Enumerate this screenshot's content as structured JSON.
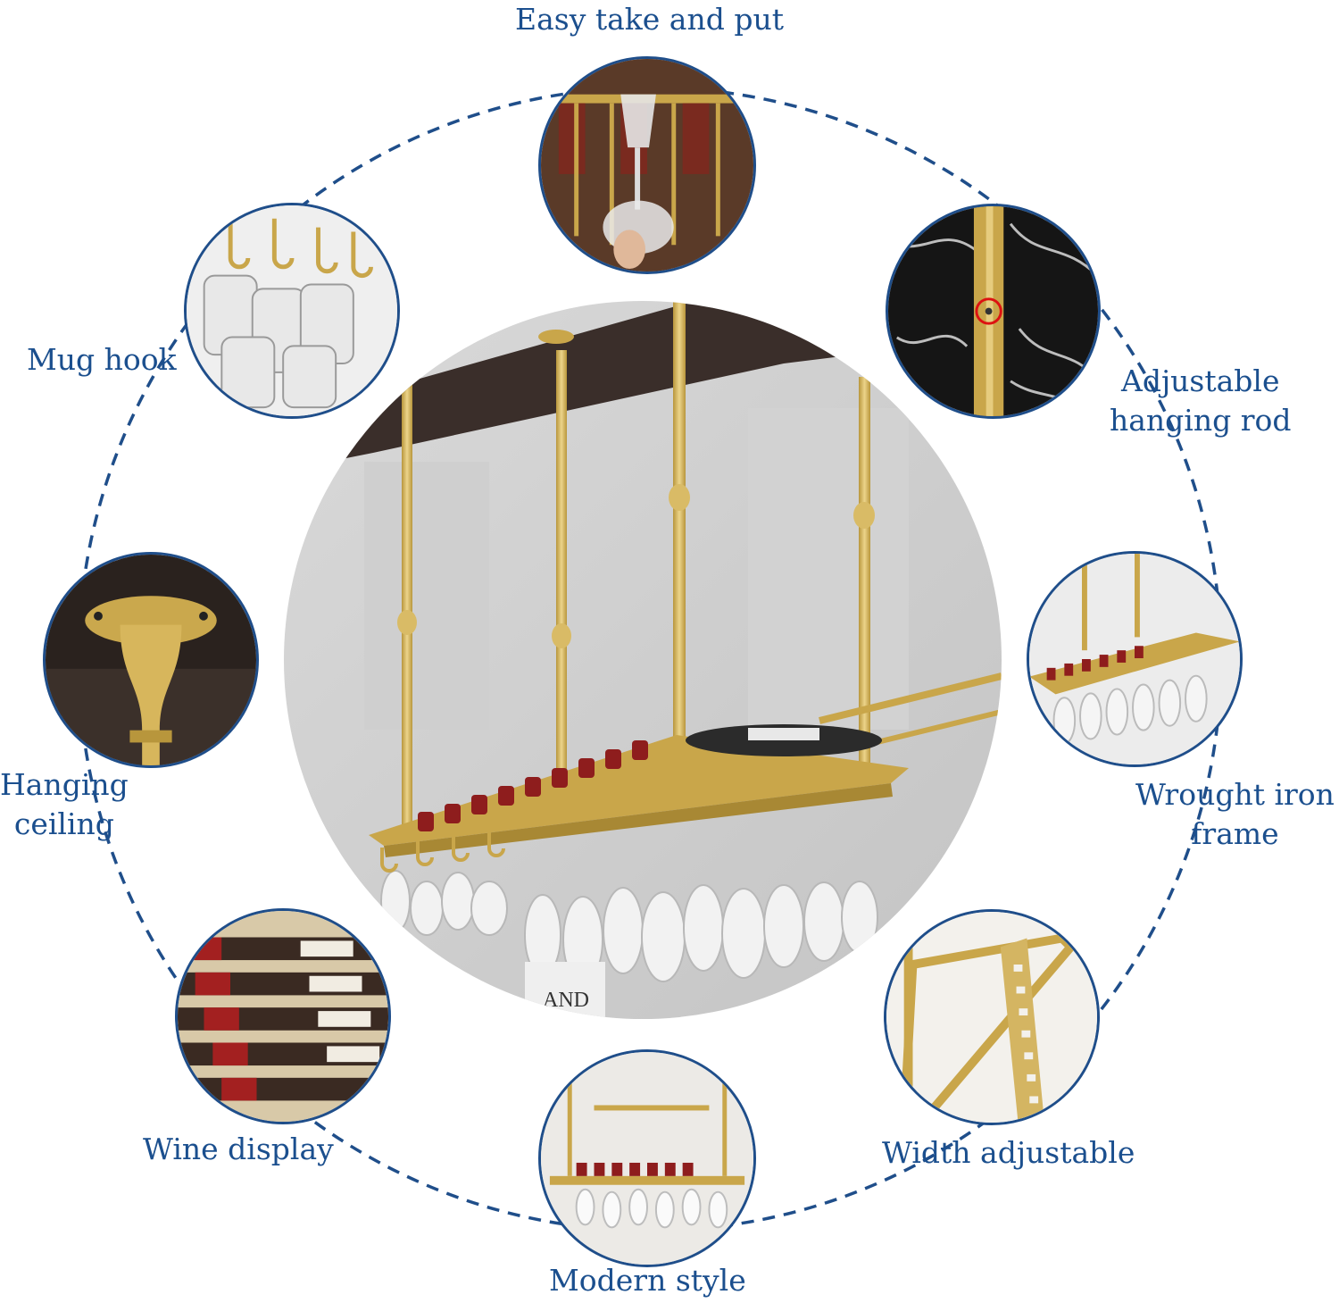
{
  "features": {
    "top": {
      "title": "Easy take and put"
    },
    "mug": {
      "title": "Mug hook"
    },
    "rod": {
      "line1": "Adjustable",
      "line2": "hanging rod"
    },
    "ceiling": {
      "line1": "Hanging",
      "line2": "ceiling"
    },
    "frame": {
      "line1": "Wrought iron",
      "line2": "frame"
    },
    "wine": {
      "title": "Wine display"
    },
    "width": {
      "title": "Width adjustable"
    },
    "modern": {
      "title": "Modern style"
    }
  },
  "colors": {
    "accent": "#1b4f8e",
    "gold": "#d1b35a",
    "wine_red": "#8e1d1d"
  }
}
